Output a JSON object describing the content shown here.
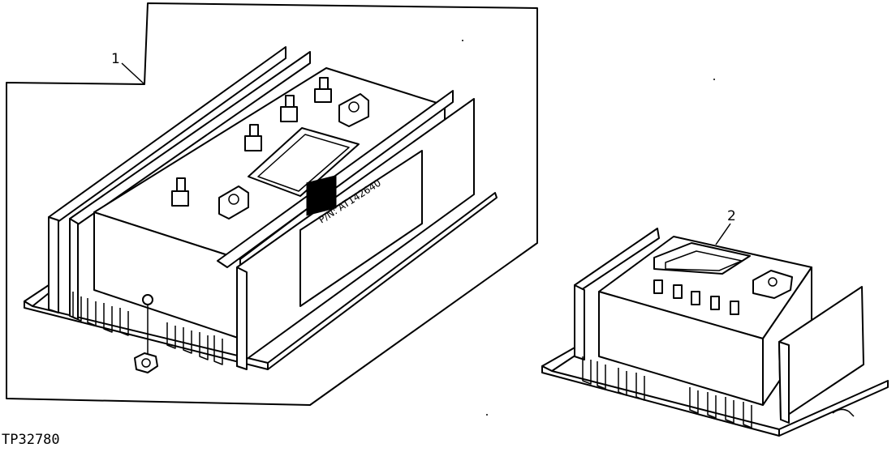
{
  "figure_id": "TP32780",
  "callouts": [
    {
      "label": "1"
    },
    {
      "label": "2"
    }
  ],
  "part_number_plate": "P/N: AT142640",
  "icons": [
    "deere-logo-icon",
    "terminal-stud-icon",
    "nut-icon",
    "connector-icon"
  ],
  "colors": {
    "ink": "#000000",
    "paper": "#ffffff"
  }
}
